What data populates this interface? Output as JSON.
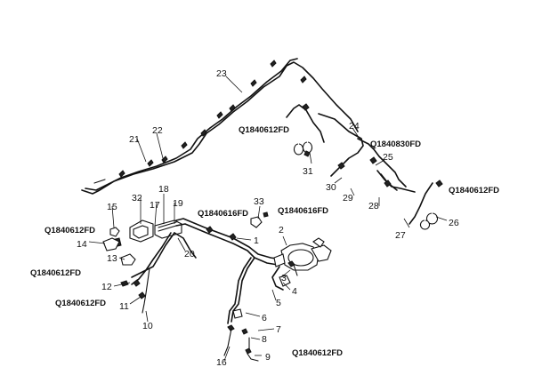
{
  "callouts": {
    "n1": "1",
    "n2": "2",
    "n3": "3",
    "n4": "4",
    "n5": "5",
    "n6": "6",
    "n7": "7",
    "n8": "8",
    "n9": "9",
    "n10": "10",
    "n11": "11",
    "n12": "12",
    "n13": "13",
    "n14": "14",
    "n15": "15",
    "n16": "16",
    "n17": "17",
    "n18": "18",
    "n19": "19",
    "n20": "20",
    "n21": "21",
    "n22": "22",
    "n23": "23",
    "n24": "24",
    "n25": "25",
    "n26": "26",
    "n27": "27",
    "n28": "28",
    "n29": "29",
    "n30": "30",
    "n31": "31",
    "n32": "32",
    "n33": "33"
  },
  "part_codes": {
    "c1": "Q1840612FD",
    "c2": "Q1840830FD",
    "c3": "Q1840612FD",
    "c4": "Q1840616FD",
    "c5": "Q1840616FD",
    "c6": "Q1840612FD",
    "c7": "Q1840612FD",
    "c8": "Q1840612FD",
    "c9": "Q1840612FD"
  }
}
